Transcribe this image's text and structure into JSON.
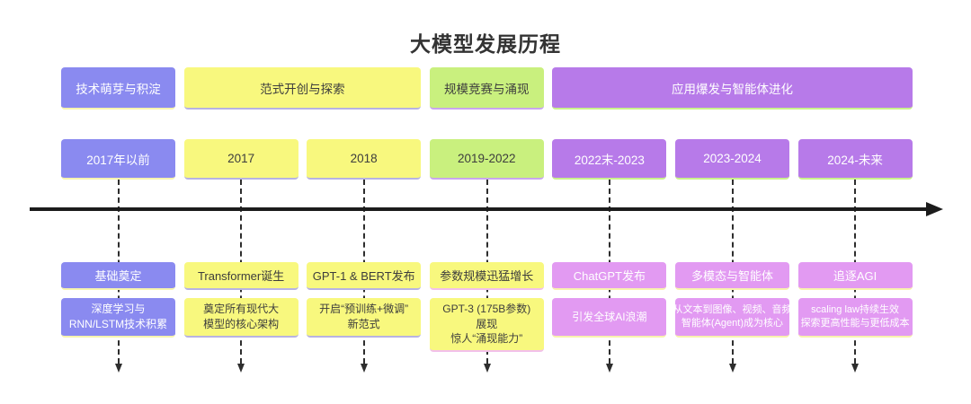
{
  "title": "大模型发展历程",
  "colors": {
    "periwinkle": "#8a8af0",
    "yellow": "#f8f87e",
    "green": "#c9f07e",
    "purple": "#b77ae9",
    "pink": "#e29af2",
    "axis_line": "#1c1c1c",
    "dark_text": "#3d3d3d",
    "light_text": "#ffffff"
  },
  "phases": [
    {
      "label": "技术萌芽与积淀"
    },
    {
      "label": "范式开创与探索"
    },
    {
      "label": "规模竞赛与涌现"
    },
    {
      "label": "应用爆发与智能体进化"
    }
  ],
  "columns": [
    {
      "period": "2017年以前",
      "milestone": "基础奠定",
      "detail": "深度学习与\nRNN/LSTM技术积累"
    },
    {
      "period": "2017",
      "milestone": "Transformer诞生",
      "detail": "奠定所有现代大\n模型的核心架构"
    },
    {
      "period": "2018",
      "milestone": "GPT-1 & BERT发布",
      "detail": "开启“预训练+微调”\n新范式"
    },
    {
      "period": "2019-2022",
      "milestone": "参数规模迅猛增长",
      "detail": "GPT-3 (175B参数)\n展现\n惊人“涌现能力”"
    },
    {
      "period": "2022末-2023",
      "milestone": "ChatGPT发布",
      "detail": "引发全球AI浪潮"
    },
    {
      "period": "2023-2024",
      "milestone": "多模态与智能体",
      "detail": "从文本到图像、视频、音频\n智能体(Agent)成为核心"
    },
    {
      "period": "2024-未来",
      "milestone": "追逐AGI",
      "detail": "scaling law持续生效\n探索更高性能与更低成本"
    }
  ]
}
